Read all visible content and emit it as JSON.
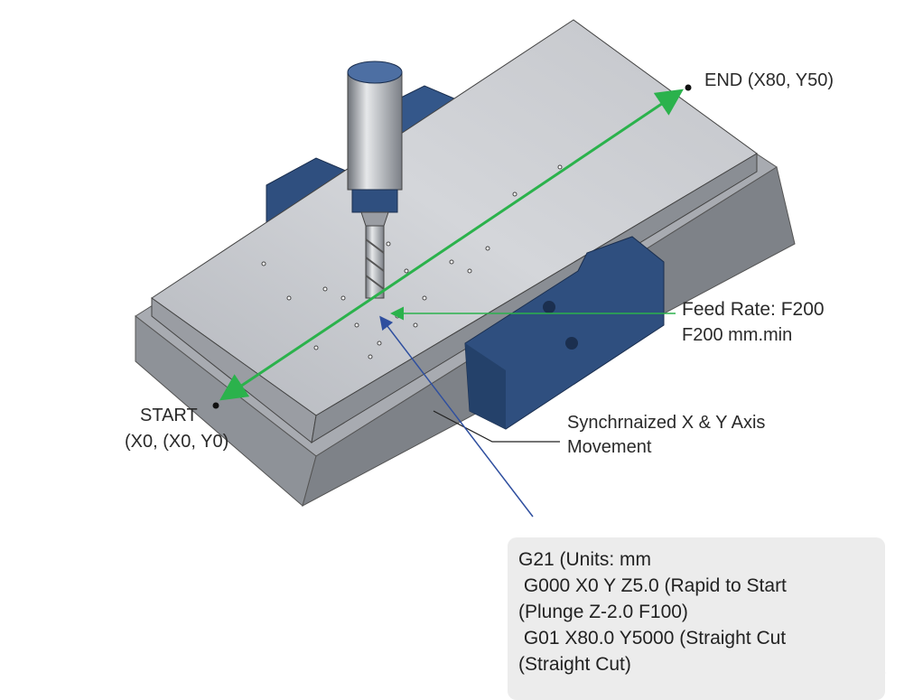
{
  "labels": {
    "end": "END (X80, Y50)",
    "start_line1": "START",
    "start_line2": "(X0, (X0, Y0)",
    "feed_rate_line1": "Feed Rate: F200",
    "feed_rate_line2": "F200 mm.min",
    "sync_line1": "Synchrnaized X & Y Axis",
    "sync_line2": "Movement"
  },
  "gcode": [
    "G21 (Units: mm",
    " G000 X0 Y Z5.0 (Rapid to Start",
    "(Plunge Z-2.0 F100)",
    " G01 X80.0 Y5000 (Straight Cut",
    "(Straight Cut)"
  ],
  "colors": {
    "path": "#2bb24c",
    "fixture": "#2f4f7f",
    "steel": "#b9bcc2",
    "code_bg": "#ececec"
  }
}
